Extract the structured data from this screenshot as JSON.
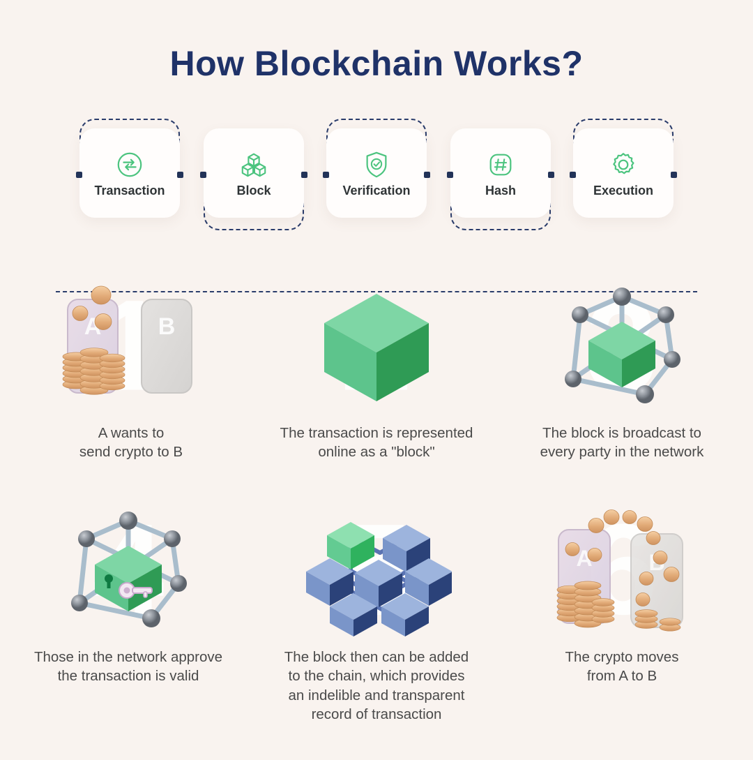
{
  "page": {
    "title": "How Blockchain Works?",
    "background_color": "#f9f3ef",
    "title_color": "#1f3268",
    "accent_green": "#4cc47f",
    "accent_navy": "#2a3c6b",
    "caption_color": "#4a4a4a"
  },
  "flow": {
    "steps": [
      {
        "label": "Transaction",
        "icon": "exchange-arrows-icon",
        "dash_offset": "up"
      },
      {
        "label": "Block",
        "icon": "stacked-cubes-icon",
        "dash_offset": "down"
      },
      {
        "label": "Verification",
        "icon": "shield-check-icon",
        "dash_offset": "up"
      },
      {
        "label": "Hash",
        "icon": "hash-square-icon",
        "dash_offset": "down"
      },
      {
        "label": "Execution",
        "icon": "gear-icon",
        "dash_offset": "up"
      }
    ]
  },
  "steps_grid": [
    {
      "number": "1",
      "illustration": "two-phones-with-coins",
      "phone_a_label": "A",
      "phone_b_label": "B",
      "caption": "A wants to\nsend crypto to B"
    },
    {
      "number": "2",
      "illustration": "green-cube",
      "caption": "The transaction is represented\nonline as a \"block\""
    },
    {
      "number": "3",
      "illustration": "network-nodes-with-cube",
      "caption": "The block is broadcast to\nevery party in the network"
    },
    {
      "number": "4",
      "illustration": "network-nodes-with-locked-cube",
      "caption": "Those in the network approve\nthe transaction is valid"
    },
    {
      "number": "5",
      "illustration": "blue-cube-lattice-with-green-cube",
      "caption": "The block then can be added\nto the chain, which provides\nan indelible and transparent\nrecord of transaction"
    },
    {
      "number": "6",
      "illustration": "two-phones-coins-transfer",
      "phone_a_label": "A",
      "phone_b_label": "B",
      "caption": "The crypto moves\nfrom A to B"
    }
  ]
}
